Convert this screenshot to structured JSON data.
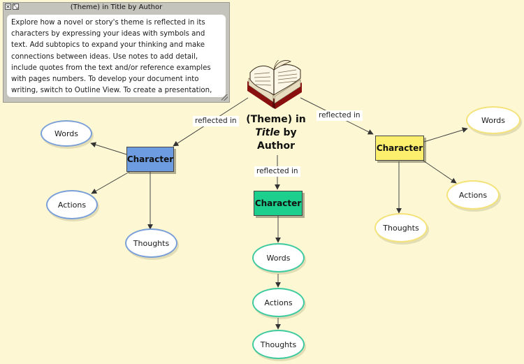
{
  "notes": {
    "title": "(Theme) in Title by Author",
    "close_glyph": "×",
    "maximize_glyph": "⤡",
    "body": "Explore how a novel or story's theme is reflected in its characters by expressing your ideas with symbols and text. Add subtopics to expand your thinking and make connections between ideas. Use notes to add detail, include quotes from the text and/or reference examples with pages numbers. To develop your document into writing, switch to Outline View. To create a presentation, finish your work using the Presentation Manager."
  },
  "central": {
    "icon": "open-book-icon",
    "line1": "(Theme) in",
    "title_italic": "Title",
    "title_suffix": " by",
    "line3": "Author"
  },
  "edge_labels": {
    "left": "reflected in",
    "right": "reflected in",
    "center": "reflected in"
  },
  "characters": {
    "left": {
      "label": "Character",
      "color": "#6d9de0",
      "subtopics": [
        "Words",
        "Actions",
        "Thoughts"
      ]
    },
    "center": {
      "label": "Character",
      "color": "#1ccf8c",
      "subtopics": [
        "Words",
        "Actions",
        "Thoughts"
      ]
    },
    "right": {
      "label": "Character",
      "color": "#fbef6d",
      "subtopics": [
        "Words",
        "Actions",
        "Thoughts"
      ]
    }
  }
}
